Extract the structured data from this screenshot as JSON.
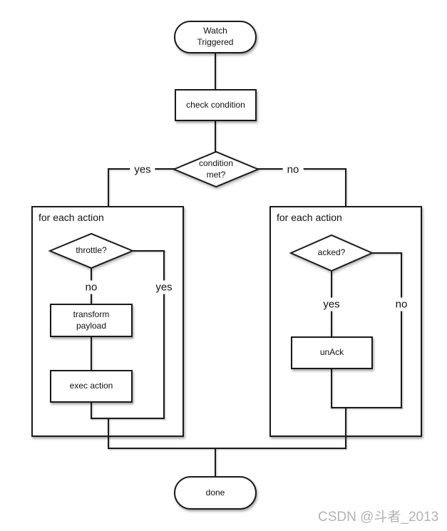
{
  "nodes": {
    "start": "Watch\nTriggered",
    "check_condition": "check condition",
    "condition_met": "condition\nmet?",
    "left_group_label": "for each action",
    "throttle": "throttle?",
    "transform_payload": "transform\npayload",
    "exec_action": "exec action",
    "right_group_label": "for each action",
    "acked": "acked?",
    "unack": "unAck",
    "done": "done"
  },
  "edge_labels": {
    "cond_yes": "yes",
    "cond_no": "no",
    "throttle_no": "no",
    "throttle_yes": "yes",
    "acked_yes": "yes",
    "acked_no": "no"
  },
  "watermark": "CSDN @斗者_2013",
  "colors": {
    "line": "#1a1a1a",
    "shape_fill": "#ffffff",
    "background": "#ffffff",
    "watermark": "#b3b3b3"
  }
}
